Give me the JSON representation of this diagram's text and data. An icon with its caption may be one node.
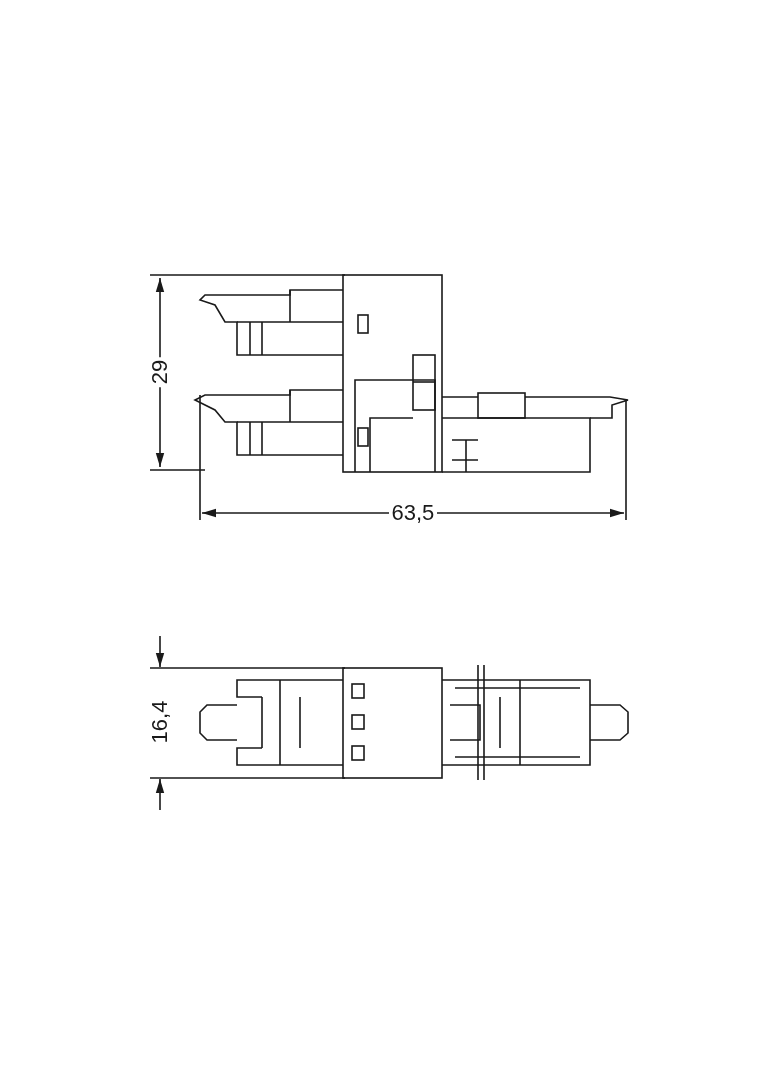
{
  "diagram": {
    "labels": [
      "29",
      "63,5",
      "16,4"
    ]
  }
}
